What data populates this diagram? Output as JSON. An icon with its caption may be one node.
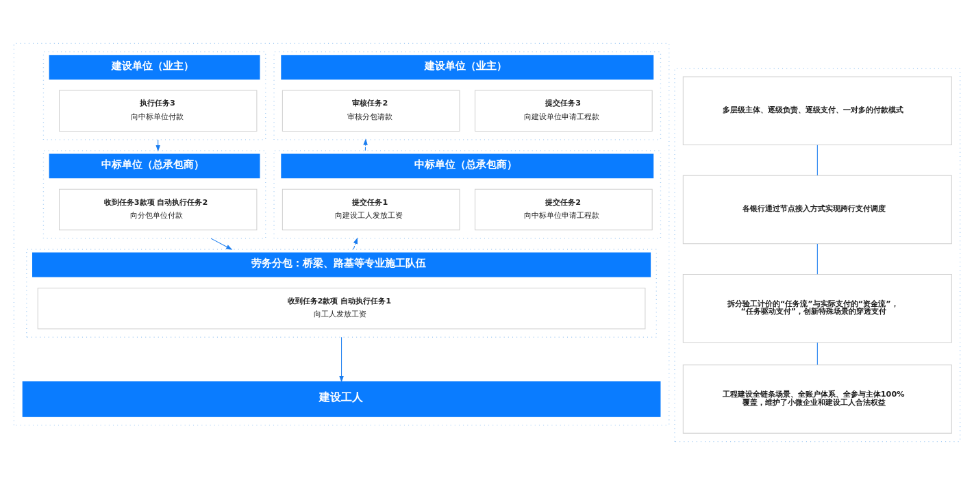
{
  "diagram": {
    "nodes": [
      {
        "text": [],
        "shape": "box"
      },
      {
        "text": [
          "建设单位（业主）"
        ],
        "in": 0
      },
      {
        "text": [
          "执行任务3",
          "向中标单位付款"
        ],
        "in": 1
      },
      {
        "text": [
          "建设单位（业主）"
        ],
        "in": 0
      },
      {
        "text": [
          "审核任务2",
          "审核分包请款"
        ],
        "in": 3
      },
      {
        "text": [
          "提交任务3",
          "向建设单位申请工程款"
        ],
        "in": 3
      },
      {
        "text": [
          "中标单位（总承包商）"
        ],
        "in": 0
      },
      {
        "text": [
          "收到任务3款项 自动执行任务2",
          "向分包单位付款"
        ],
        "in": 6
      },
      {
        "text": [
          "中标单位（总承包商）"
        ],
        "in": 0
      },
      {
        "text": [
          "提交任务1",
          "向建设工人发放工资"
        ],
        "in": 8
      },
      {
        "text": [
          "提交任务2",
          "向中标单位申请工程款"
        ],
        "in": 8
      },
      {
        "text": [
          "劳务分包：桥梁、路基等专业施工队伍"
        ],
        "in": 0
      },
      {
        "text": [
          "收到任务2款项 自动执行任务1",
          "向工人发放工资"
        ],
        "in": 11
      },
      {
        "text": [
          "建设工人"
        ],
        "in": 0
      },
      {
        "text": [],
        "shape": "box"
      },
      {
        "text": [
          "多层级主体、逐级负责、逐级支付、一对多的付款模式"
        ],
        "in": 14
      },
      {
        "text": [
          "各银行通过节点接入方式实现跨行支付调度"
        ],
        "in": 14
      },
      {
        "text": [
          "拆分验工计价的“任务流”与实际支付的“资金流”，“任务驱动支付”，创新特殊场景的穿透支付"
        ],
        "in": 14
      },
      {
        "text": [
          "工程建设全链条场景、全账户体系、全参与主体100%覆盖，维护了小微企业和建设工人合法权益"
        ],
        "in": 14
      }
    ],
    "edges": [
      {
        "from": 1,
        "to": 6,
        "arrow": "to"
      },
      {
        "from": 6,
        "to": 11,
        "arrow": "to"
      },
      {
        "from": 11,
        "to": 8,
        "arrow": "to",
        "style": "dashed"
      },
      {
        "from": 8,
        "to": 3,
        "arrow": "to",
        "style": "dashed"
      },
      {
        "from": 11,
        "to": 13,
        "arrow": "to"
      },
      {
        "from": 15,
        "to": 16,
        "arrow": "none"
      },
      {
        "from": 16,
        "to": 17,
        "arrow": "none"
      },
      {
        "from": 17,
        "to": 18,
        "arrow": "none"
      }
    ]
  }
}
